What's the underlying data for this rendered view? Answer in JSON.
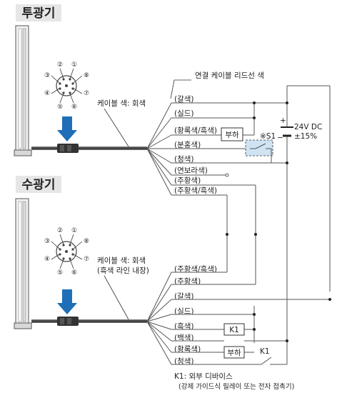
{
  "emitter": {
    "title": "투광기",
    "cable_label": "케이블 색: 회색",
    "lead_header": "연결 케이블 리드선 색",
    "wires": [
      "(갈색)",
      "(실드)",
      "(황록색/흑색)",
      "(분홍색)",
      "(청색)",
      "(연보라색)",
      "(주황색)",
      "(주황색/흑색)"
    ],
    "load_label": "부하",
    "switch_label": "※S1",
    "power_label": "24V DC",
    "power_tol": "±15%",
    "plus": "+",
    "minus": "−"
  },
  "receiver": {
    "title": "수광기",
    "cable_label_1": "케이블 색: 회색",
    "cable_label_2": "(흑색 라인 내장)",
    "wires": [
      "(주황색/흑색)",
      "(주황색)",
      "(갈색)",
      "(실드)",
      "(흑색)",
      "(백색)",
      "(황록색)",
      "(청색)"
    ],
    "k1_box": "K1",
    "load_label": "부하",
    "k1_contact": "K1"
  },
  "connector_pins": [
    "①",
    "②",
    "③",
    "④",
    "⑤",
    "⑥",
    "⑦",
    "⑧"
  ],
  "footnote": {
    "line1": "K1: 외부 디바이스",
    "line2": "(강제 가이드식 릴레이 또는 전자 접촉기)"
  },
  "colors": {
    "arrow": "#1f6fb8",
    "switch_fill": "#cfe3f3",
    "title_bg": "#e6e6e6"
  }
}
